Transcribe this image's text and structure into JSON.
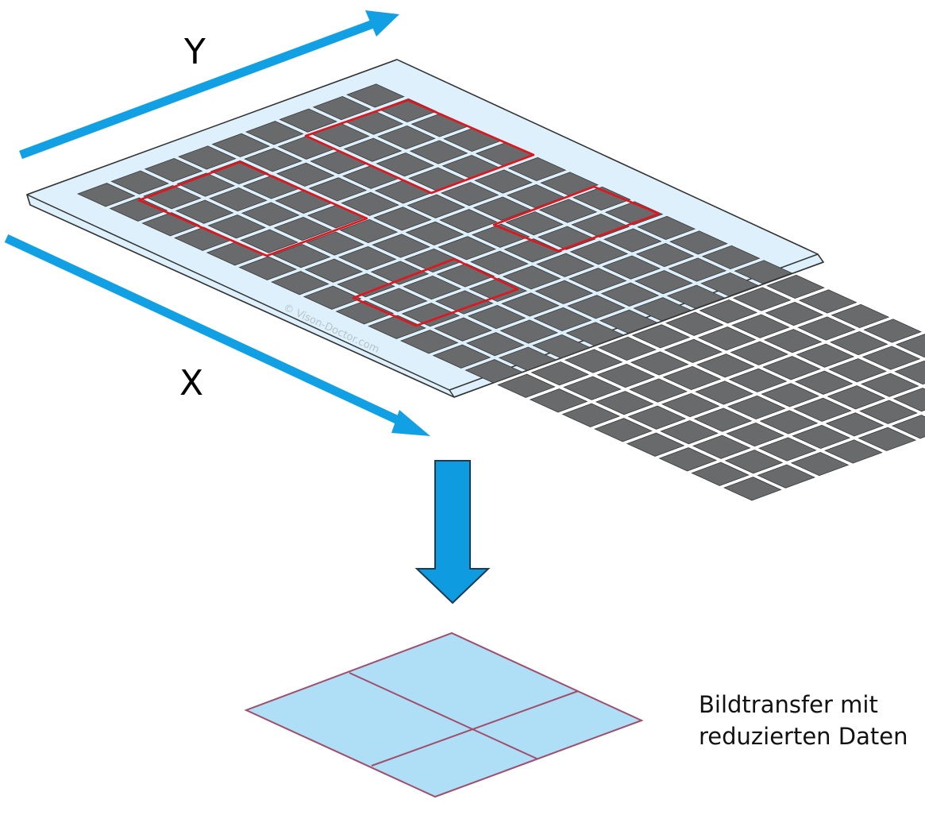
{
  "diagram": {
    "axes": {
      "y_label": "Y",
      "x_label": "X"
    },
    "sensor": {
      "grid_columns": 21,
      "grid_rows": 9,
      "roi_count": 4
    },
    "watermark": "© Vison-Doctor.com",
    "caption": {
      "line1": "Bildtransfer mit",
      "line2": "reduzierten Daten"
    },
    "output_regions": 4,
    "colors": {
      "arrow": "#12a0e4",
      "down_arrow": "#0f9be0",
      "board": "#ddf0fb",
      "board_edge": "#333333",
      "cell": "#686a6c",
      "roi": "#e0161e",
      "output_fill": "#aedff6",
      "output_line": "#a24d6a"
    }
  }
}
